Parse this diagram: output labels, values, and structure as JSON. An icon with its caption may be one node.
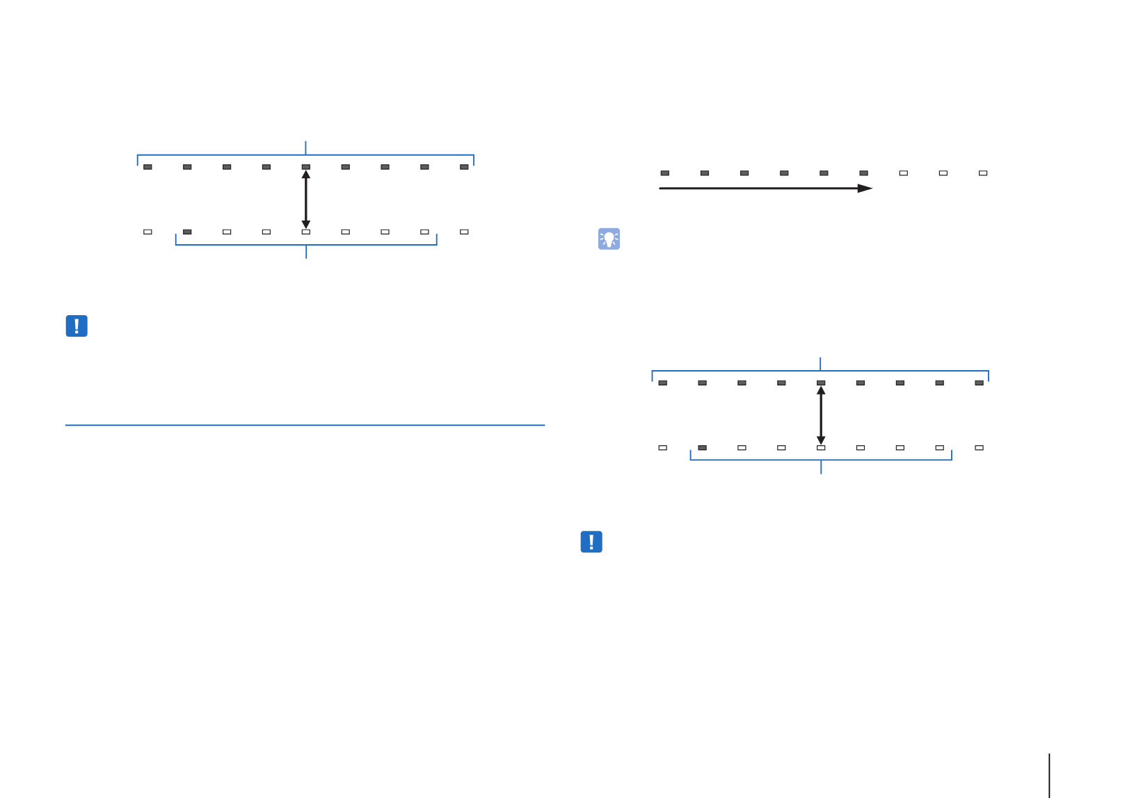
{
  "diagram": {
    "nodes": [
      {
        "text": [],
        "shape": "box"
      },
      {
        "text": [],
        "shape": "box"
      },
      {
        "text": [],
        "shape": "box"
      },
      {
        "text": [],
        "shape": "box"
      },
      {
        "text": [],
        "shape": "box"
      },
      {
        "text": [],
        "shape": "box"
      },
      {
        "text": [],
        "shape": "box"
      },
      {
        "text": [],
        "shape": "box"
      },
      {
        "text": [],
        "shape": "box"
      },
      {
        "text": [],
        "shape": "box"
      },
      {
        "text": [],
        "shape": "box"
      },
      {
        "text": [],
        "shape": "box"
      },
      {
        "text": [],
        "shape": "box"
      },
      {
        "text": [],
        "shape": "box"
      },
      {
        "text": [],
        "shape": "box"
      },
      {
        "text": [],
        "shape": "box"
      },
      {
        "text": [],
        "shape": "box"
      },
      {
        "text": [],
        "shape": "box"
      },
      {
        "text": [],
        "shape": "box"
      },
      {
        "text": [],
        "shape": "box"
      },
      {
        "text": [],
        "shape": "box"
      },
      {
        "text": [],
        "shape": "box"
      },
      {
        "text": [],
        "shape": "box"
      },
      {
        "text": [],
        "shape": "box"
      },
      {
        "text": [],
        "shape": "box"
      },
      {
        "text": [],
        "shape": "box"
      },
      {
        "text": [],
        "shape": "box"
      },
      {
        "text": [],
        "shape": "box"
      },
      {
        "text": [],
        "shape": "box"
      },
      {
        "text": [],
        "shape": "box"
      },
      {
        "text": [],
        "shape": "box"
      },
      {
        "text": [],
        "shape": "box"
      },
      {
        "text": [],
        "shape": "box"
      },
      {
        "text": [],
        "shape": "box"
      },
      {
        "text": [],
        "shape": "box"
      },
      {
        "text": [],
        "shape": "box"
      },
      {
        "text": [],
        "shape": "box"
      },
      {
        "text": [],
        "shape": "box"
      },
      {
        "text": [],
        "shape": "box"
      },
      {
        "text": [],
        "shape": "box"
      },
      {
        "text": [],
        "shape": "box"
      },
      {
        "text": [],
        "shape": "box"
      },
      {
        "text": [],
        "shape": "box"
      },
      {
        "text": [],
        "shape": "box"
      },
      {
        "text": [],
        "shape": "box"
      }
    ],
    "edges": [
      {
        "from": 4,
        "to": 13,
        "arrow": "both"
      },
      {
        "from": 31,
        "to": 40,
        "arrow": "both"
      }
    ]
  }
}
